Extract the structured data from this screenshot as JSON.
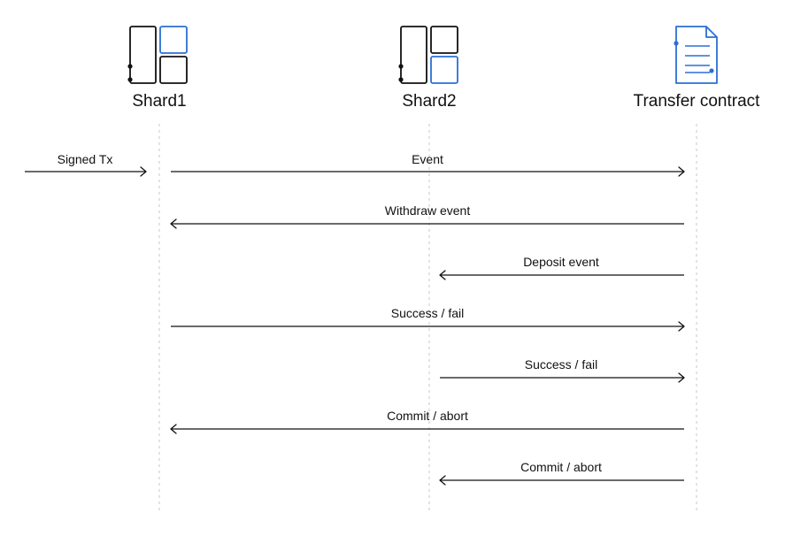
{
  "actors": [
    {
      "id": "shard1",
      "label": "Shard1",
      "icon": "shard-icon",
      "highlight": "top-right"
    },
    {
      "id": "shard2",
      "label": "Shard2",
      "icon": "shard-icon",
      "highlight": "bottom-right"
    },
    {
      "id": "contract",
      "label": "Transfer contract",
      "icon": "document-icon"
    }
  ],
  "messages": [
    {
      "label": "Signed Tx",
      "from": "external",
      "to": "shard1"
    },
    {
      "label": "Event",
      "from": "shard1",
      "to": "contract"
    },
    {
      "label": "Withdraw event",
      "from": "contract",
      "to": "shard1"
    },
    {
      "label": "Deposit event",
      "from": "contract",
      "to": "shard2"
    },
    {
      "label": "Success / fail",
      "from": "shard1",
      "to": "contract"
    },
    {
      "label": "Success / fail",
      "from": "shard2",
      "to": "contract"
    },
    {
      "label": "Commit / abort",
      "from": "contract",
      "to": "shard1"
    },
    {
      "label": "Commit / abort",
      "from": "contract",
      "to": "shard2"
    }
  ],
  "colors": {
    "accent": "#2b6fd6",
    "line": "#111111",
    "lifeline": "#d0d0d0"
  }
}
